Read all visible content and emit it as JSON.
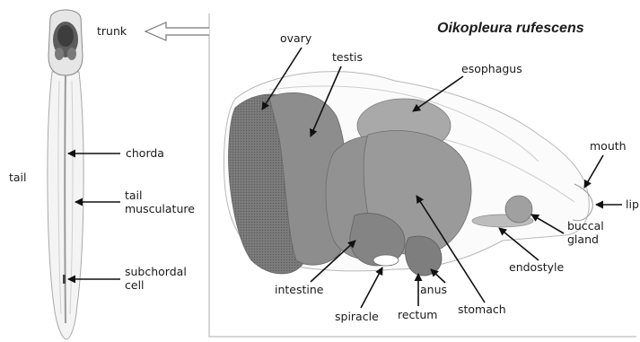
{
  "title": "Oikopleura rufescens",
  "labels": {
    "trunk": "trunk",
    "tail": "tail",
    "chorda": "chorda",
    "tail_musculature_1": "tail",
    "tail_musculature_2": "musculature",
    "subchordal_cell_1": "subchordal",
    "subchordal_cell_2": "cell",
    "ovary": "ovary",
    "testis": "testis",
    "esophagus": "esophagus",
    "mouth": "mouth",
    "lip": "lip",
    "buccal_gland_1": "buccal",
    "buccal_gland_2": "gland",
    "endostyle": "endostyle",
    "stomach": "stomach",
    "anus": "anus",
    "rectum": "rectum",
    "spiracle": "spiracle",
    "intestine": "intestine"
  },
  "colors": {
    "organ_dark": "#6f6f6f",
    "organ_mid": "#8c8c8c",
    "organ_light": "#b4b4b4",
    "outline": "#9a9a9a",
    "frame": "#c8c8c8"
  }
}
